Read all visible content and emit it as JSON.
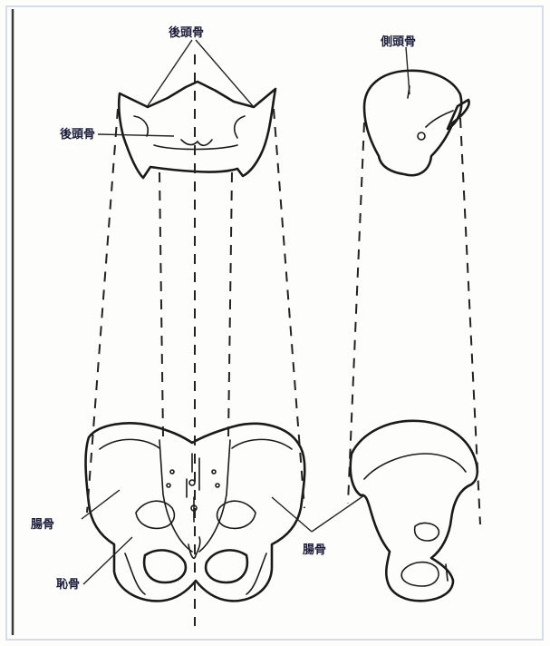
{
  "labels": {
    "occipital_top": "後頭骨",
    "parietal": "側頭骨",
    "occipital_left": "後頭骨",
    "ilium": "腸骨",
    "pubis": "恥骨",
    "hip_lateral": "腸骨"
  },
  "colors": {
    "frame": "#d8dce8",
    "ink": "#1a1a1a",
    "label": "#1b1b3a"
  }
}
